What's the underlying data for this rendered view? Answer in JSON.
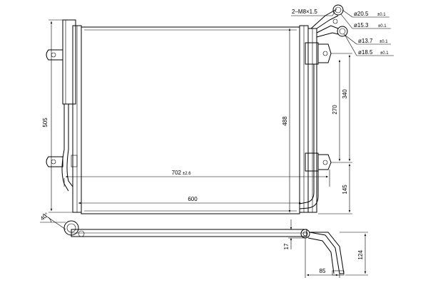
{
  "dimensions": {
    "height_505": "505",
    "height_488": "488",
    "width_702": "702",
    "width_702_tol": "±2.6",
    "width_600": "600",
    "dim_340": "340",
    "dim_270": "270",
    "dim_145": "145",
    "dim_17": "17",
    "dim_124": "124",
    "dim_85": "85",
    "angle_40": "40°"
  },
  "callouts": {
    "thread": "2–M8×1.5",
    "d205": "ø20.5",
    "d205_tol": "±0.1",
    "d153": "ø15.3",
    "d153_tol": "±0.1",
    "d137": "ø13.7",
    "d137_tol": "±0.1",
    "d185": "ø18.5",
    "d185_tol": "±0.1"
  }
}
